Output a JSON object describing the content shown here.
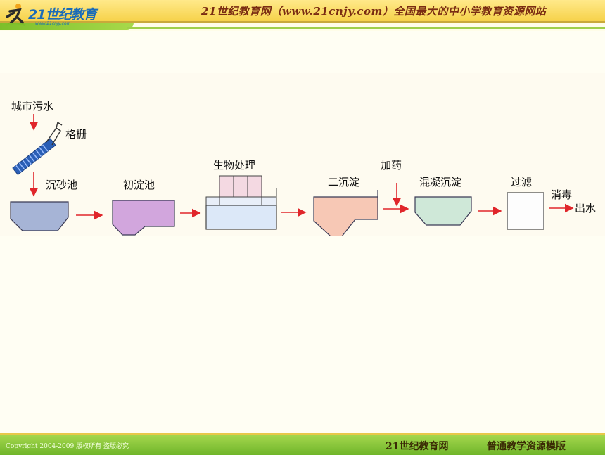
{
  "header": {
    "logo_text": "21世纪教育",
    "logo_url": "www.21cnjy.com",
    "slogan": "21世纪教育网（www.21cnjy.com）全国最大的中小学教育资源网站"
  },
  "diagram": {
    "source_label": "城市污水",
    "screen_label": "格栅",
    "grit_label": "沉砂池",
    "primary_label": "初淀池",
    "bio_label": "生物处理",
    "secondary_label": "二沉淀",
    "dosing_label": "加药",
    "coag_label": "混凝沉淀",
    "filter_label": "过滤",
    "disinfect_label": "消毒",
    "outlet_label": "出水",
    "colors": {
      "arrow": "#e0262b",
      "grit_tank": "#a6b4d6",
      "primary_tank": "#d2a6dd",
      "bio_tank": "#dce8f8",
      "bio_top": "#f4d9e2",
      "secondary_tank": "#f7c8b5",
      "coag_tank": "#cfe8d8",
      "screen_blue": "#2b5fb6"
    }
  },
  "footer": {
    "copyright": "Copyright 2004-2009 版权所有 盗版必究",
    "brand": "21世纪教育网",
    "template": "普通教学资源模版"
  }
}
